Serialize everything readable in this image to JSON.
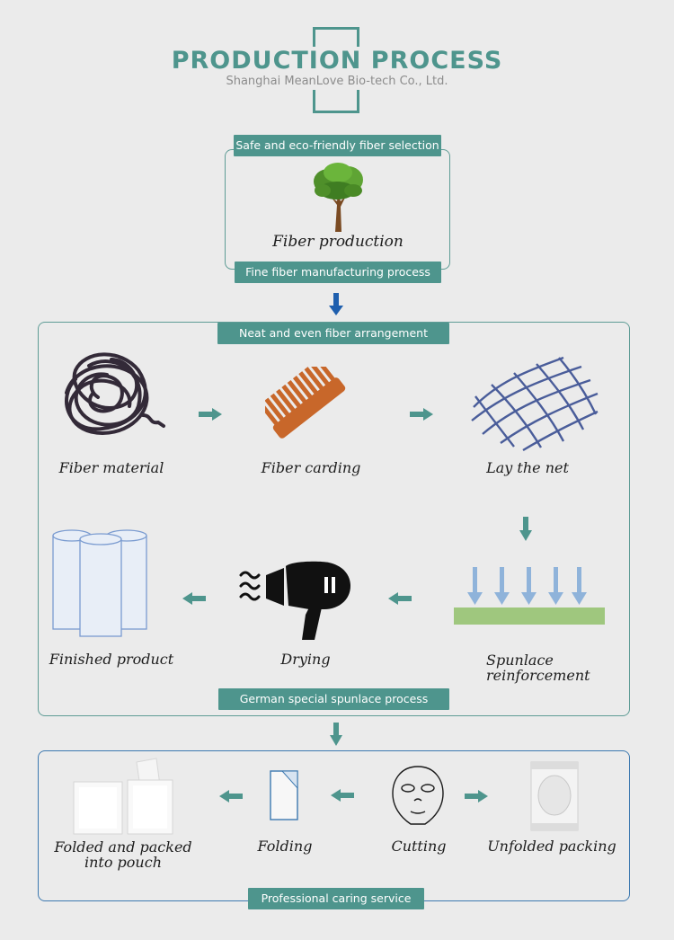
{
  "header": {
    "title": "PRODUCTION PROCESS",
    "subtitle": "Shanghai MeanLove Bio-tech Co., Ltd."
  },
  "section1": {
    "top_pill": "Safe and eco-friendly fiber selection",
    "label": "Fiber production",
    "bottom_pill": "Fine fiber manufacturing process"
  },
  "section2": {
    "top_pill": "Neat and even fiber arrangement",
    "steps": [
      {
        "label": "Fiber material",
        "icon": "fiber-ball-icon"
      },
      {
        "label": "Fiber carding",
        "icon": "comb-icon"
      },
      {
        "label": "Lay the net",
        "icon": "net-icon"
      },
      {
        "label": "Spunlace",
        "label2": "reinforcement",
        "icon": "spunlace-icon"
      },
      {
        "label": "Drying",
        "icon": "hair-dryer-icon"
      },
      {
        "label": "Finished product",
        "icon": "rolls-icon"
      }
    ],
    "bottom_pill": "German special spunlace process"
  },
  "section3": {
    "steps": [
      {
        "label": "Unfolded packing",
        "icon": "packing-icon"
      },
      {
        "label": "Cutting",
        "icon": "mask-face-icon"
      },
      {
        "label": "Folding",
        "icon": "folded-sheet-icon"
      },
      {
        "label": "Folded and packed",
        "label2": "into pouch",
        "icon": "pouch-icon"
      }
    ],
    "bottom_pill": "Professional caring service"
  },
  "colors": {
    "teal": "#4e958d",
    "arrow_blue": "#1f5fae",
    "comb": "#c8672a",
    "net": "#4a5d9a",
    "spunlace_base": "#9fc77e",
    "spunlace_arrows": "#8fb3da"
  }
}
